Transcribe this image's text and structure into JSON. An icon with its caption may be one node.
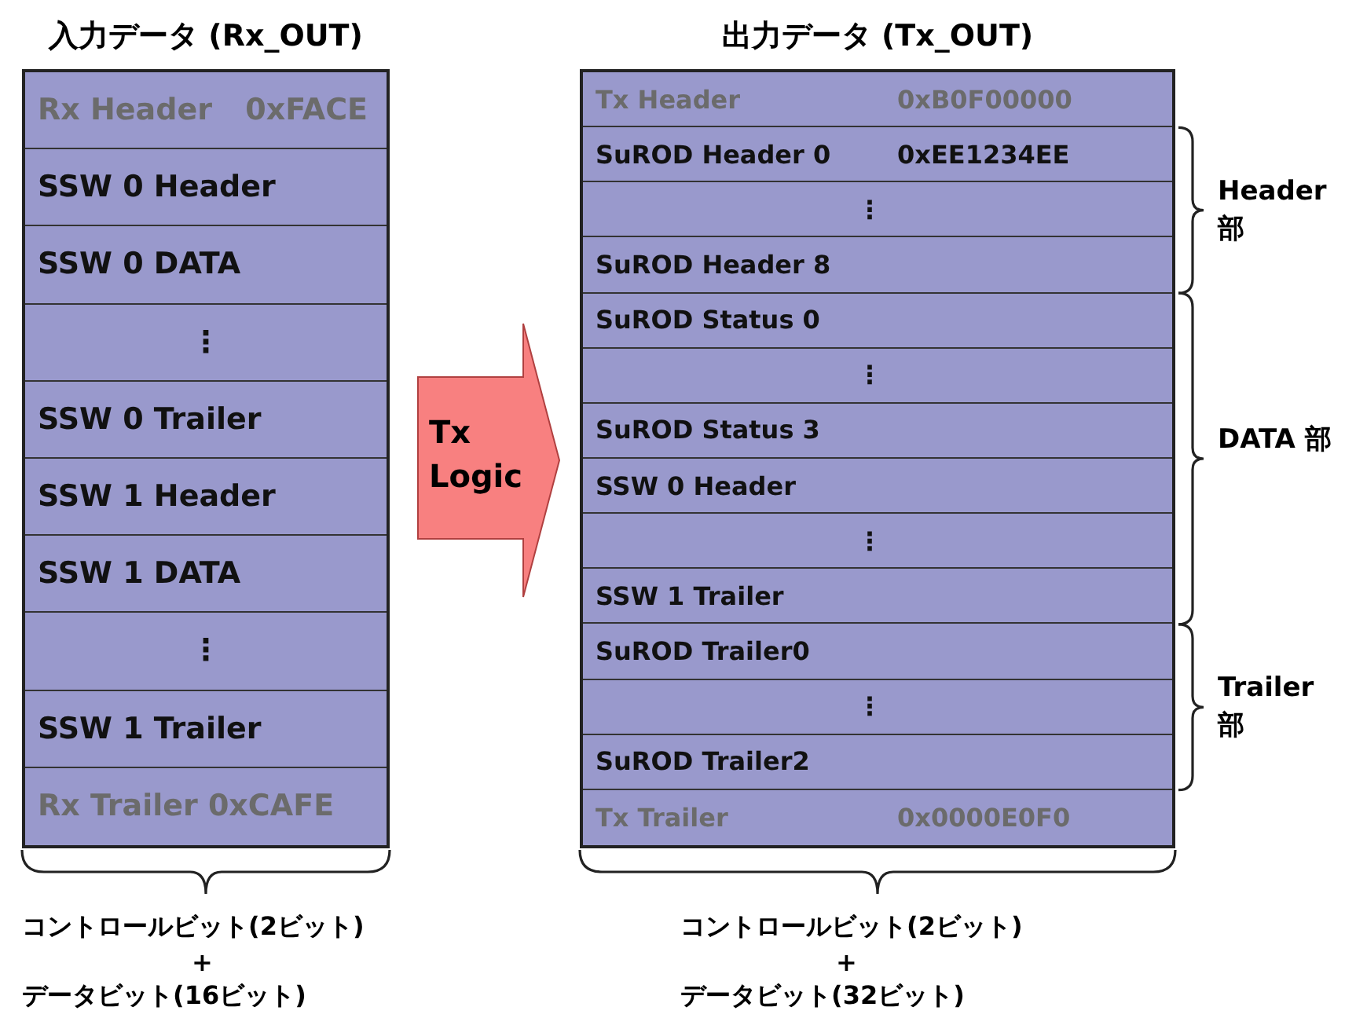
{
  "diagram": {
    "nodes": [
      {
        "text": [
          "入力データ (Rx_OUT)"
        ]
      },
      {
        "text": [
          "Rx Header",
          "0xFACE"
        ],
        "in": 0
      },
      {
        "text": [
          "SSW 0 Header"
        ],
        "in": 0
      },
      {
        "text": [
          "SSW 0 DATA"
        ],
        "in": 0
      },
      {
        "text": [
          "⋮"
        ],
        "in": 0
      },
      {
        "text": [
          "SSW 0 Trailer"
        ],
        "in": 0
      },
      {
        "text": [
          "SSW 1 Header"
        ],
        "in": 0
      },
      {
        "text": [
          "SSW 1 DATA"
        ],
        "in": 0
      },
      {
        "text": [
          "⋮"
        ],
        "in": 0
      },
      {
        "text": [
          "SSW 1 Trailer"
        ],
        "in": 0
      },
      {
        "text": [
          "Rx Trailer 0xCAFE"
        ],
        "in": 0
      },
      {
        "text": [
          "Tx Logic"
        ]
      },
      {
        "text": [
          "出力データ (Tx_OUT)"
        ]
      },
      {
        "text": [
          "Tx Header",
          "0xB0F00000"
        ],
        "in": 12
      },
      {
        "text": [
          "SuROD Header 0",
          "0xEE1234EE"
        ],
        "in": 12
      },
      {
        "text": [
          "⋮"
        ],
        "in": 12
      },
      {
        "text": [
          "SuROD Header 8"
        ],
        "in": 12
      },
      {
        "text": [
          "SuROD Status 0"
        ],
        "in": 12
      },
      {
        "text": [
          "⋮"
        ],
        "in": 12
      },
      {
        "text": [
          "SuROD Status 3"
        ],
        "in": 12
      },
      {
        "text": [
          "SSW 0 Header"
        ],
        "in": 12
      },
      {
        "text": [
          "⋮"
        ],
        "in": 12
      },
      {
        "text": [
          "SSW 1 Trailer"
        ],
        "in": 12
      },
      {
        "text": [
          "SuROD Trailer0"
        ],
        "in": 12
      },
      {
        "text": [
          "⋮"
        ],
        "in": 12
      },
      {
        "text": [
          "SuROD Trailer2"
        ],
        "in": 12
      },
      {
        "text": [
          "Tx Trailer",
          "0x0000E0F0"
        ],
        "in": 12
      }
    ],
    "edges": [],
    "labels": [
      "Header 部",
      "DATA 部",
      "Trailer 部",
      "コントロールビット(2ビット)",
      "+",
      "データビット(16ビット)",
      "コントロールビット(2ビット)",
      "+",
      "データビット(32ビット)"
    ]
  }
}
